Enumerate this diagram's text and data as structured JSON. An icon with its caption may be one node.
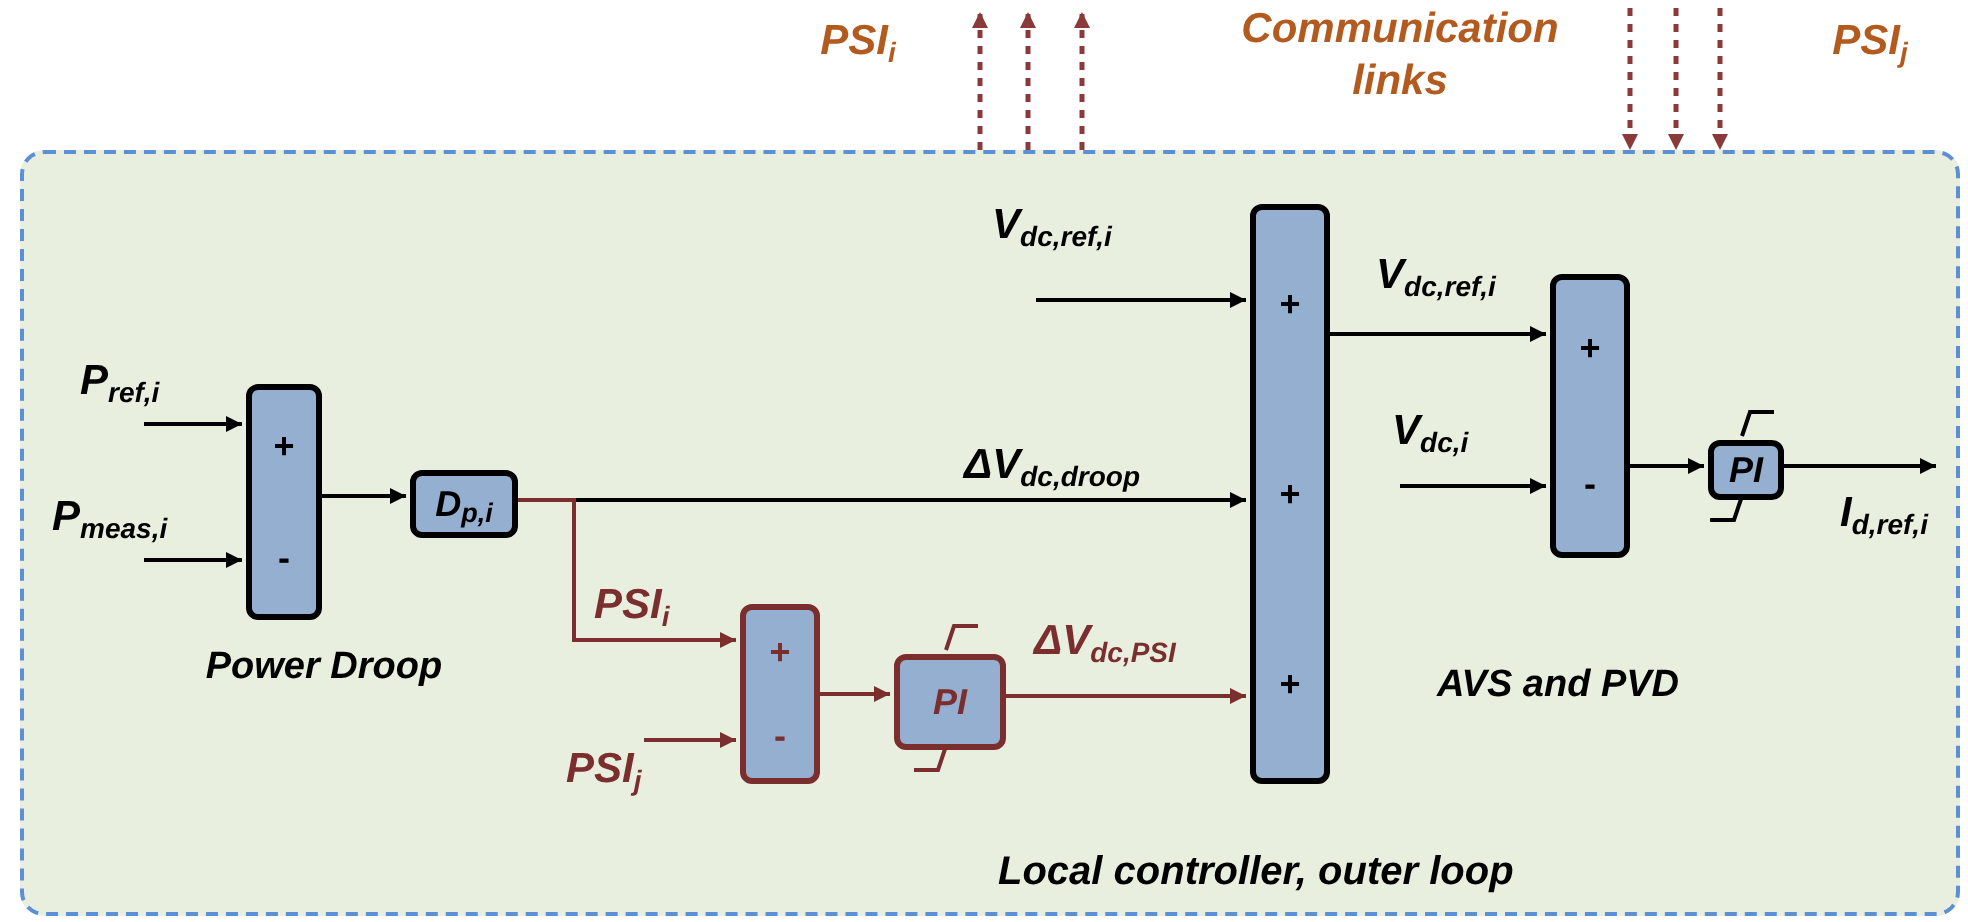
{
  "diagram": {
    "nodes": [
      {
        "text": [
          "Local controller, outer loop"
        ]
      },
      {
        "text": [
          "+",
          "-"
        ],
        "in": 0
      },
      {
        "text": [
          "D$_{p,i}$"
        ],
        "in": 0
      },
      {
        "text": [
          "+",
          "-"
        ],
        "in": 0
      },
      {
        "text": [
          "PI"
        ],
        "in": 0
      },
      {
        "text": [
          "+",
          "+",
          "+"
        ],
        "in": 0
      },
      {
        "text": [
          "+",
          "-"
        ],
        "in": 0
      },
      {
        "text": [
          "PI"
        ],
        "in": 0
      }
    ],
    "edges": [
      {
        "from": null,
        "to": 1,
        "arrow": "to",
        "label": "P$_{ref,i}$"
      },
      {
        "from": null,
        "to": 1,
        "arrow": "to",
        "label": "P$_{meas,i}$"
      },
      {
        "from": 1,
        "to": 2,
        "arrow": "to"
      },
      {
        "from": 2,
        "to": 5,
        "arrow": "to",
        "label": "ΔV$_{dc,droop}$"
      },
      {
        "from": 2,
        "to": 3,
        "arrow": "to",
        "label": "PSI$_{i}$",
        "color": "#7a2e2e"
      },
      {
        "from": null,
        "to": 3,
        "arrow": "to",
        "label": "PSI$_{j}$",
        "color": "#7a2e2e"
      },
      {
        "from": 3,
        "to": 4,
        "arrow": "to",
        "color": "#7a2e2e"
      },
      {
        "from": 4,
        "to": 5,
        "arrow": "to",
        "label": "ΔV$_{dc,PSI}$",
        "color": "#7a2e2e"
      },
      {
        "from": null,
        "to": 5,
        "arrow": "to",
        "label": "V$_{dc,ref,i}$"
      },
      {
        "from": 5,
        "to": 6,
        "arrow": "to",
        "label": "V$_{dc,ref,i}$"
      },
      {
        "from": null,
        "to": 6,
        "arrow": "to",
        "label": "V$_{dc,i}$"
      },
      {
        "from": 6,
        "to": 7,
        "arrow": "to"
      },
      {
        "from": 7,
        "to": null,
        "arrow": "to",
        "label": "I$_{d,ref,i}$"
      },
      {
        "from": 0,
        "to": null,
        "arrow": "to",
        "style": "dashed",
        "color": "#8b3a3a"
      },
      {
        "from": 0,
        "to": null,
        "arrow": "to",
        "style": "dashed",
        "color": "#8b3a3a"
      },
      {
        "from": 0,
        "to": null,
        "arrow": "to",
        "style": "dashed",
        "color": "#8b3a3a"
      },
      {
        "from": null,
        "to": 0,
        "arrow": "to",
        "style": "dashed",
        "color": "#8b3a3a"
      },
      {
        "from": null,
        "to": 0,
        "arrow": "to",
        "style": "dashed",
        "color": "#8b3a3a"
      },
      {
        "from": null,
        "to": 0,
        "arrow": "to",
        "style": "dashed",
        "color": "#8b3a3a"
      }
    ],
    "labels": [
      "PSI$_{i}$",
      "Communication links",
      "PSI$_{j}$",
      "Power Droop",
      "AVS and PVD"
    ]
  }
}
